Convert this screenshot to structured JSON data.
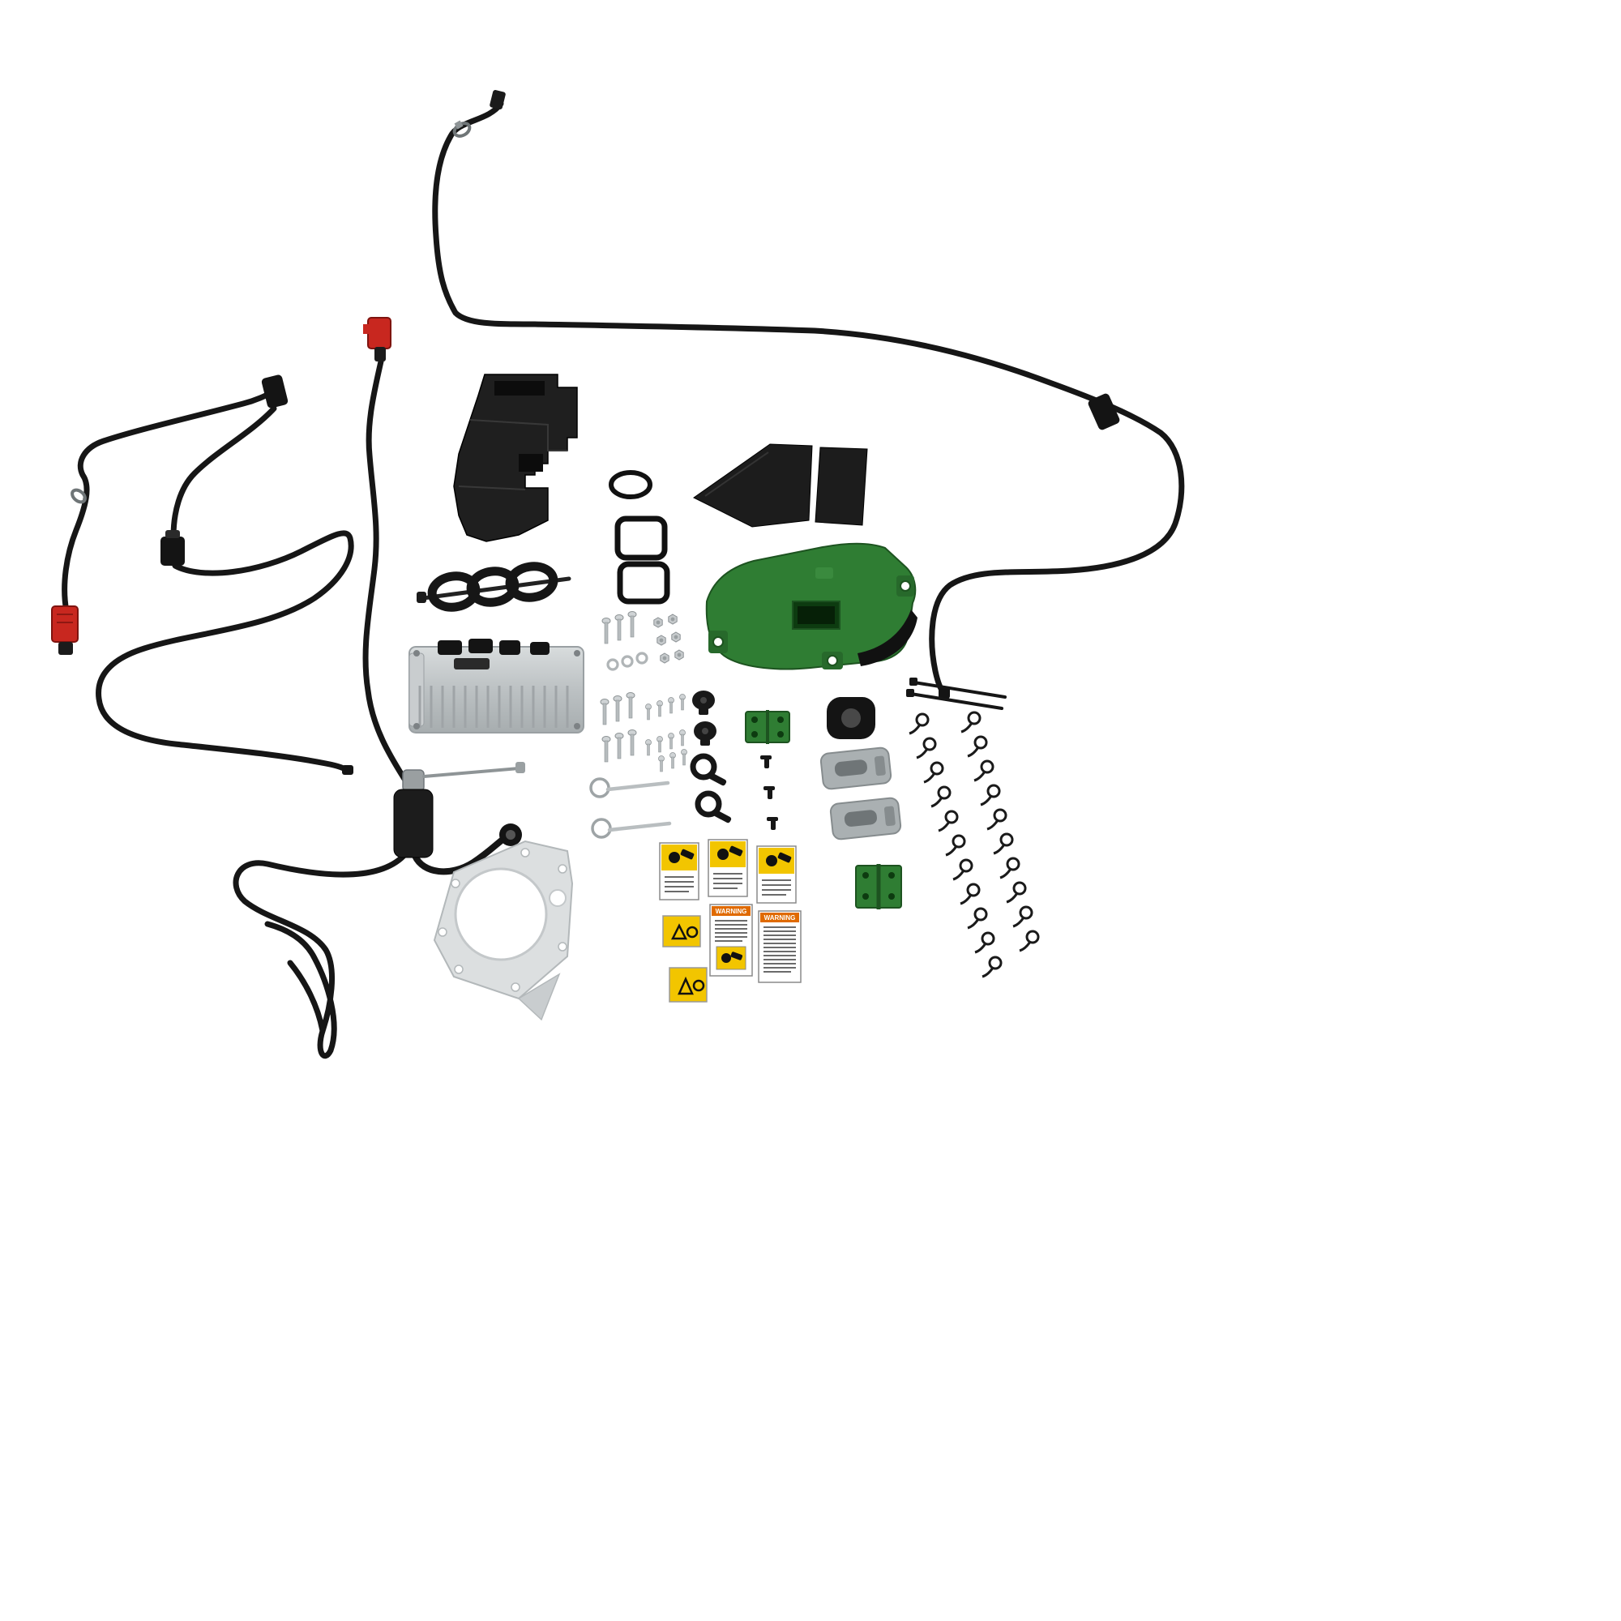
{
  "page": {
    "background": "#ffffff",
    "description": "Product render of an agricultural equipment attachment kit laid out on white: wiring harnesses, controller module, auger, green hood panel, gaskets, brackets, fasteners, cable ties and warning decals"
  },
  "colors": {
    "harness_black": "#161616",
    "connector_red": "#c8271f",
    "deere_green": "#2f7d33",
    "deere_green_dark": "#1d5320",
    "metal_gray": "#c2c6c8",
    "metal_gray_dark": "#8e9496",
    "plate_gray": "#dcdfe0",
    "label_yellow": "#f2c500",
    "label_orange": "#e06a00",
    "part_black": "#1b1b1b"
  },
  "labels": {
    "warning_header": "WARNING"
  },
  "hardware": {
    "clip_row_counts": {
      "0": 11,
      "1": 10
    },
    "cable_tie_long_qty": 2,
    "pull_pin_qty": 2,
    "bolt_qty": 9,
    "nut_qty": 6,
    "washer_qty": 3,
    "screw_qty": 11
  },
  "parts": [
    {
      "name": "main-wiring-harness",
      "color": "black"
    },
    {
      "name": "left-wiring-harness",
      "connectors": [
        "red-2pin",
        "black-2pin",
        "black-3pin"
      ]
    },
    {
      "name": "sensor-harness-red-connector"
    },
    {
      "name": "chute-housing",
      "color": "black"
    },
    {
      "name": "auger-spiral",
      "color": "black"
    },
    {
      "name": "controller-module",
      "color": "gray"
    },
    {
      "name": "oval-gasket"
    },
    {
      "name": "square-gasket",
      "qty": 2
    },
    {
      "name": "rubber-deflector-flap",
      "qty": 2
    },
    {
      "name": "green-hood-panel",
      "color": "#2f7d33"
    },
    {
      "name": "rubber-grommet",
      "qty": 2
    },
    {
      "name": "p-clamp",
      "qty": 2
    },
    {
      "name": "wire-clip",
      "qty": 3
    },
    {
      "name": "green-hinge",
      "qty": 2
    },
    {
      "name": "rubber-cap"
    },
    {
      "name": "latch-bracket",
      "qty": 2
    },
    {
      "name": "cable-tie-long",
      "qty": 2
    },
    {
      "name": "hose-clamp-clip",
      "qty": 21
    },
    {
      "name": "pull-pin",
      "qty": 2
    },
    {
      "name": "mounting-plate"
    },
    {
      "name": "actuator-motor"
    },
    {
      "name": "warning-label",
      "qty": 7
    }
  ]
}
